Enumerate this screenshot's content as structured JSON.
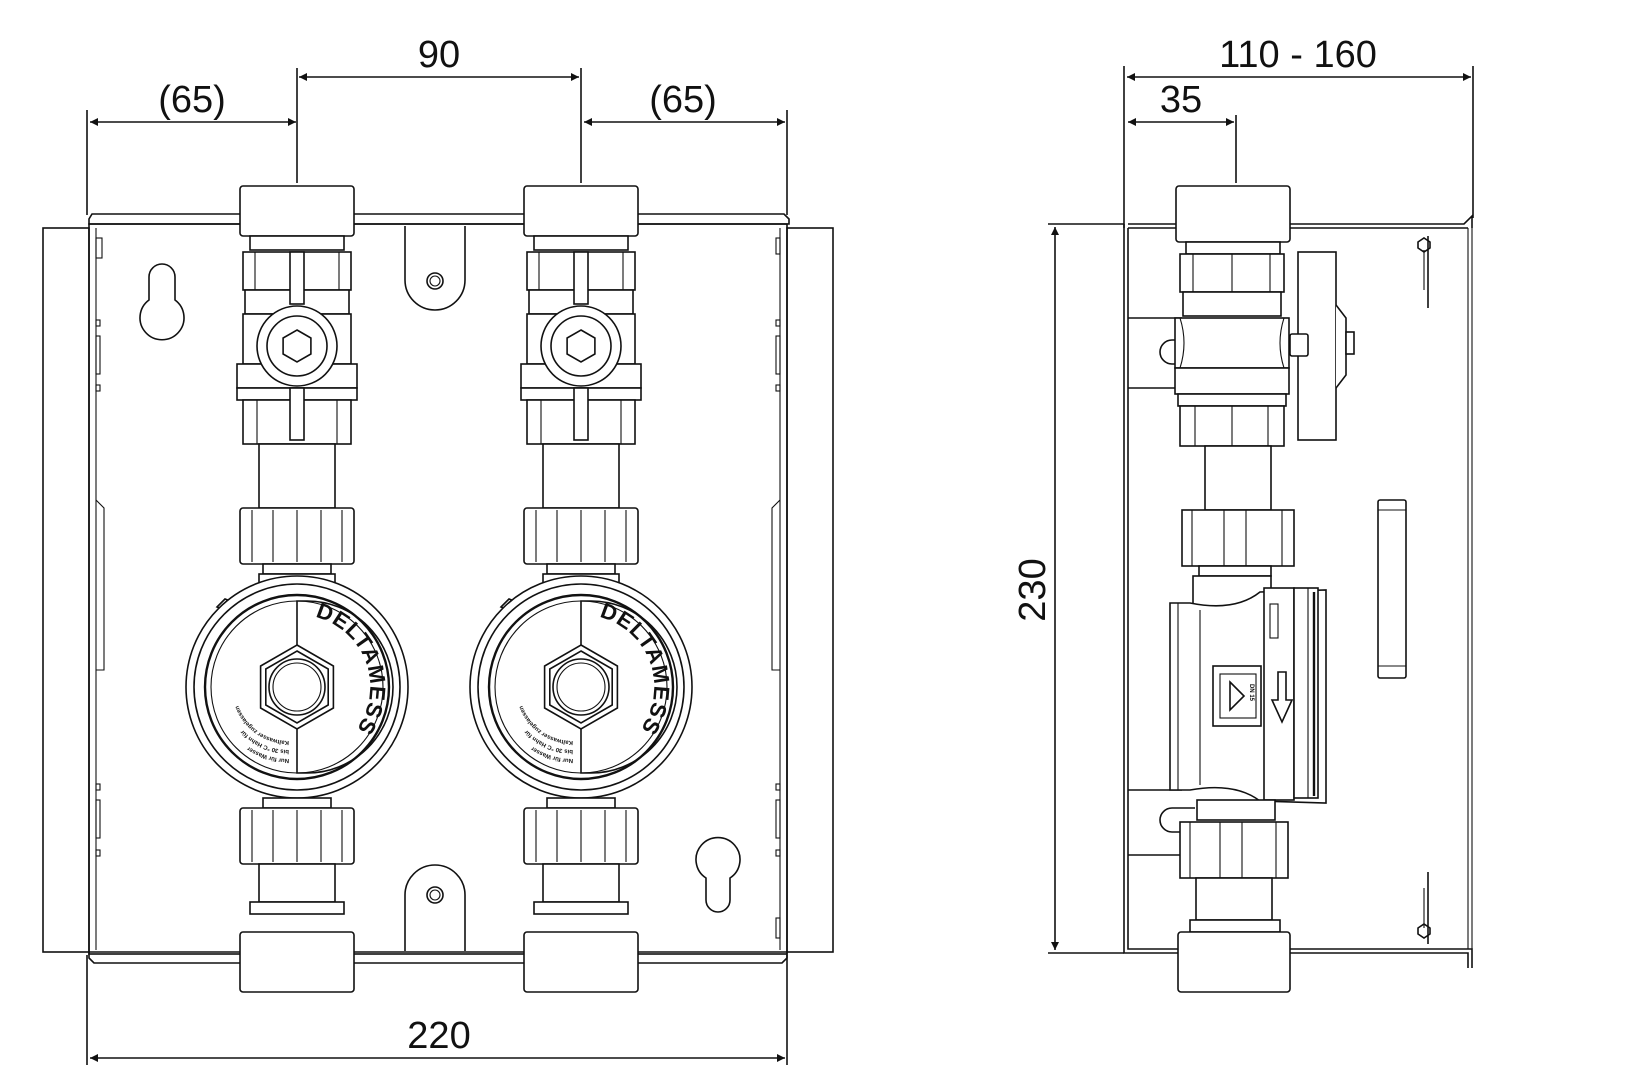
{
  "drawing": {
    "front_view": {
      "dimensions": {
        "left_offset": "(65)",
        "pipe_spacing": "90",
        "right_offset": "(65)",
        "overall_width": "220"
      },
      "meter_brand": "DELTAMESS",
      "meter_small_text": [
        "Nur für Wasser",
        "bis 30 °C Hahn für",
        "Kaltwasser zugelassen"
      ]
    },
    "side_view": {
      "dimensions": {
        "depth_range": "110 - 160",
        "pipe_offset": "35",
        "overall_height": "230"
      },
      "meter_marking": "DN 15"
    }
  }
}
